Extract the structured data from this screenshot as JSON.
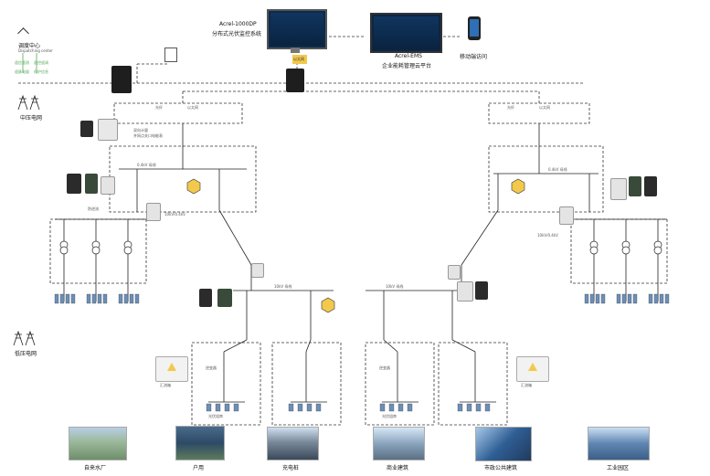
{
  "top": {
    "system1_name": "Acrel-1000DP",
    "system1_desc": "分布式光伏监控系统",
    "system2_name": "Acrel-EMS",
    "system2_desc": "企业能耗管理云平台",
    "mobile_label": "移动端访问",
    "network_tag": "以太网"
  },
  "left_top": {
    "dispatch_cn": "调度中心",
    "dispatch_en": "Dispatching center",
    "grid_mid": "中压电网",
    "grid_low": "低压电网",
    "legend_items": [
      "遥信遥测",
      "遥控遥调",
      "遥脉电量",
      "保护信息"
    ],
    "meter_note1": "双向计量",
    "meter_note2": "并网点关口电能表"
  },
  "left_sub": {
    "switch1": "光纤",
    "switch2": "以太网"
  },
  "right_sub": {
    "switch1": "光纤",
    "switch2": "以太网"
  },
  "labels": {
    "left_transformer": "10kV/0.4kV",
    "right_transformer": "10kV/0.4kV",
    "busbar_left": "0.4kV 母线",
    "busbar_right": "0.4kV 母线",
    "inverter": "逆变器",
    "pv_string": "光伏组串",
    "combiner": "汇流箱",
    "antireflux": "防逆流",
    "bus_mid_left": "10kV 母线",
    "bus_mid_right": "10kV 母线"
  },
  "scenes": [
    {
      "label": "自来水厂"
    },
    {
      "label": "户用"
    },
    {
      "label": "充电桩"
    },
    {
      "label": "商业建筑"
    },
    {
      "label": "市政公共建筑"
    },
    {
      "label": "工业园区"
    }
  ]
}
